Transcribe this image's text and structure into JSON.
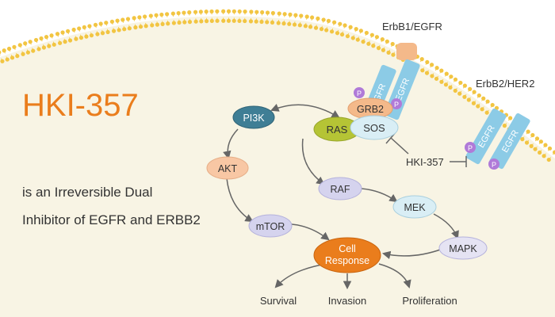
{
  "title": "HKI-357",
  "subtitle_line1": "is an Irreversible Dual",
  "subtitle_line2": "Inhibitor of EGFR and ERBB2",
  "receptors": {
    "erbb1_label": "ErbB1/EGFR",
    "erbb2_label": "ErbB2/HER2",
    "egfr_text": "EGFR",
    "phospho_text": "P"
  },
  "nodes": {
    "pi3k": "PI3K",
    "akt": "AKT",
    "mtor": "mTOR",
    "ras": "RAS",
    "sos": "SOS",
    "grb2": "GRB2",
    "raf": "RAF",
    "mek": "MEK",
    "mapk": "MAPK",
    "cell_response_line1": "Cell",
    "cell_response_line2": "Response"
  },
  "inhibitor_label": "HKI-357",
  "outcomes": {
    "survival": "Survival",
    "invasion": "Invasion",
    "proliferation": "Proliferation"
  },
  "colors": {
    "background_cell": "#f8f4e4",
    "membrane_dots": "#f2c542",
    "title_orange": "#ea7d1c",
    "receptor_blue": "#8ccbe6",
    "ligand_peach": "#f4b98a",
    "phospho_purple": "#b07ad8",
    "pi3k": "#3f7e95",
    "akt": "#f8c7a4",
    "mtor": "#d5d3ee",
    "ras": "#b5c435",
    "sos": "#d9eef5",
    "grb2": "#f4b98a",
    "raf": "#d5d3ee",
    "mek": "#d9eef5",
    "mapk": "#e5e3f3",
    "cell_response": "#ea7d1c",
    "arrow": "#666666"
  }
}
